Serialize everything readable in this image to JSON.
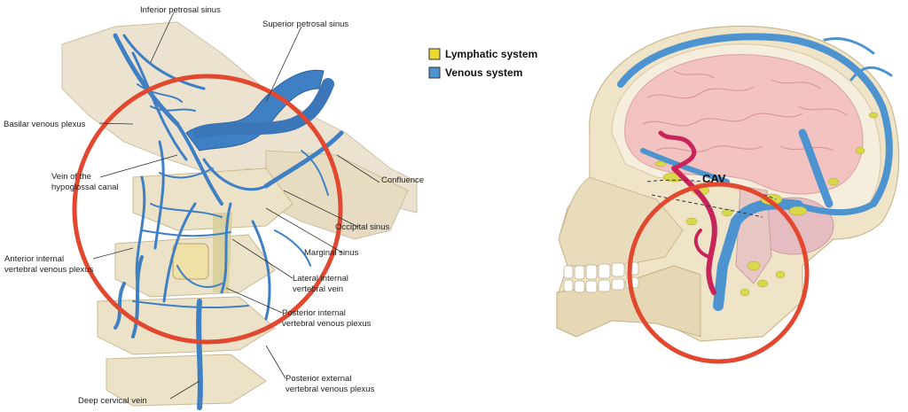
{
  "left_figure": {
    "labels": {
      "inferior_petrosal_sinus": "Inferior petrosal sinus",
      "superior_petrosal_sinus": "Superior petrosal sinus",
      "basilar_venous_plexus": "Basilar venous plexus",
      "vein_hypoglossal_1": "Vein of the",
      "vein_hypoglossal_2": "hypoglossal canal",
      "confluence": "Confluence",
      "occipital_sinus": "Occipital sinus",
      "marginal_sinus": "Marginal sinus",
      "anterior_internal_1": "Anterior internal",
      "anterior_internal_2": "vertebral venous plexus",
      "lateral_internal_1": "Lateral internal",
      "lateral_internal_2": "vertebral vein",
      "posterior_internal_1": "Posterior internal",
      "posterior_internal_2": "vertebral venous plexus",
      "posterior_external_1": "Posterior external",
      "posterior_external_2": "vertebral venous plexus",
      "deep_cervical_vein": "Deep cervical vein"
    }
  },
  "legend": {
    "items": [
      {
        "label": "Lymphatic system",
        "color": "#e9d832"
      },
      {
        "label": "Venous system",
        "color": "#4c93d0"
      }
    ]
  },
  "right_figure": {
    "cav_label": "CAV"
  },
  "colors": {
    "highlight_circle": "#e2472f",
    "vein": "#3f7fc4",
    "vein_dark": "#2d5f9c",
    "lymph": "#d9d84a",
    "artery": "#c8245a",
    "brain": "#f2c3c0",
    "bone": "#e8dcc0"
  }
}
